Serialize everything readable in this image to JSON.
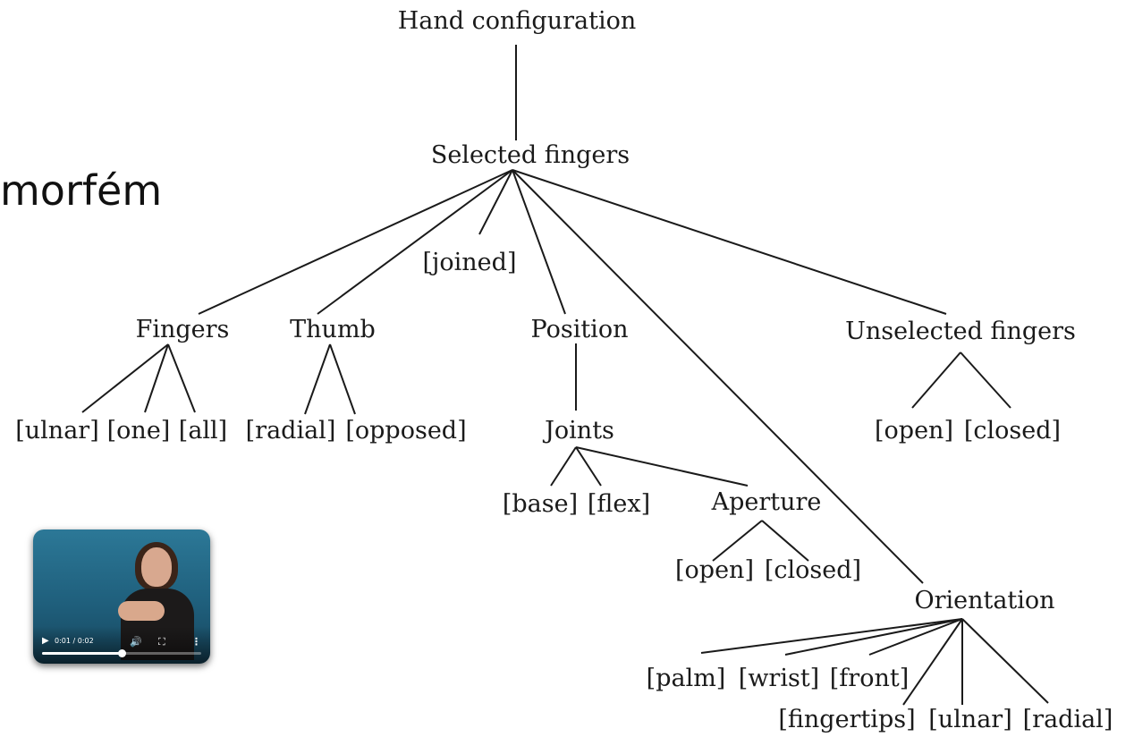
{
  "slide": {
    "title_fragment": "morfém"
  },
  "tree": {
    "root": "Hand configuration",
    "selected_fingers": "Selected fingers",
    "joined": "[joined]",
    "fingers": "Fingers",
    "thumb": "Thumb",
    "position": "Position",
    "unselected_fingers": "Unselected fingers",
    "fingers_ulnar": "[ulnar]",
    "fingers_one": "[one]",
    "fingers_all": "[all]",
    "thumb_radial": "[radial]",
    "thumb_opposed": "[opposed]",
    "joints": "Joints",
    "joints_base": "[base]",
    "joints_flex": "[flex]",
    "aperture": "Aperture",
    "aperture_open": "[open]",
    "aperture_closed": "[closed]",
    "unselected_open": "[open]",
    "unselected_closed": "[closed]",
    "orientation": "Orientation",
    "orient_palm": "[palm]",
    "orient_wrist": "[wrist]",
    "orient_front": "[front]",
    "orient_fingertips": "[fingertips]",
    "orient_ulnar": "[ulnar]",
    "orient_radial": "[radial]"
  },
  "video": {
    "time": "0:01 / 0:02",
    "progress_fraction": 0.5,
    "icons": [
      "play-icon",
      "volume-icon",
      "fullscreen-icon",
      "more-options-icon"
    ]
  }
}
